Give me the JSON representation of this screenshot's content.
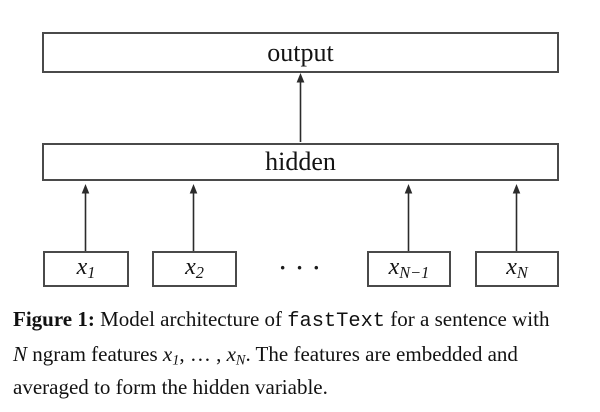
{
  "figure": {
    "output_label": "output",
    "hidden_label": "hidden",
    "inputs": [
      {
        "base": "x",
        "sub": "1"
      },
      {
        "base": "x",
        "sub": "2"
      },
      {
        "base": "x",
        "sub": "N−1"
      },
      {
        "base": "x",
        "sub": "N"
      }
    ],
    "ellipsis": "· · ·"
  },
  "caption": {
    "line1": {
      "figure_label": "Figure 1:",
      "text_a": " Model architecture of ",
      "code": "fastText",
      "text_b": " for a sentence with"
    },
    "line2": {
      "var_n": "N",
      "text_a": " ngram features ",
      "x1_base": "x",
      "x1_sub": "1",
      "dots": ", … , ",
      "xn_base": "x",
      "xn_sub": "N",
      "text_b": ". The features are embedded and"
    },
    "line3": {
      "text": "averaged to form the hidden variable."
    }
  },
  "colors": {
    "border": "#4a4a4a",
    "arrow": "#2b2b2b",
    "text": "#141414",
    "background": "#ffffff"
  }
}
